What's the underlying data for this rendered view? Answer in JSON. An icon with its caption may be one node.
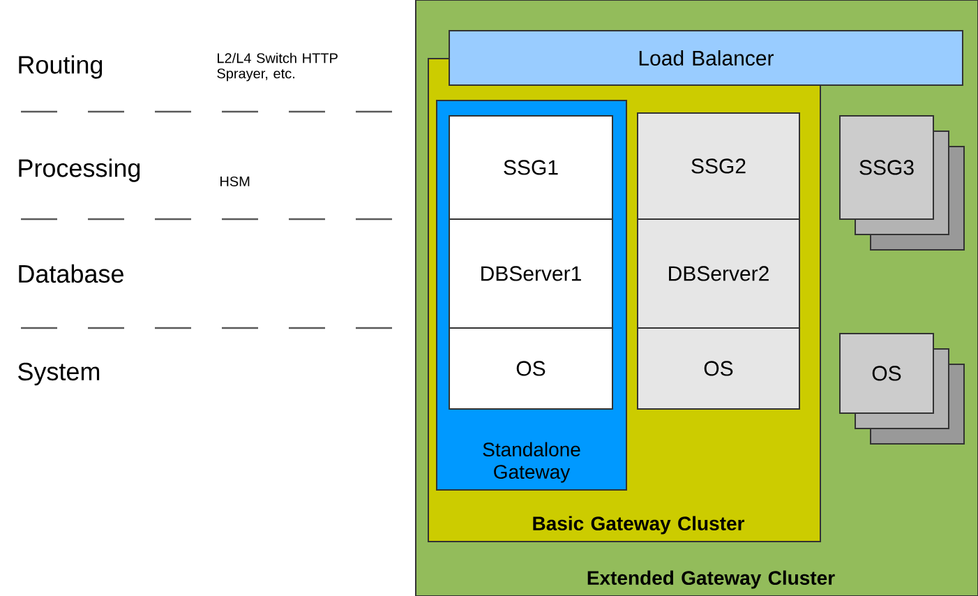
{
  "diagram": {
    "nodes": [
      {
        "text": [
          "Extended Gateway Cluster"
        ]
      },
      {
        "text": [
          "Basic Gateway Cluster"
        ],
        "in": 0
      },
      {
        "text": [
          "Load Balancer"
        ],
        "in": 0
      },
      {
        "text": [
          "Standalone Gateway"
        ],
        "in": 1
      },
      {
        "text": [
          "SSG1"
        ],
        "in": 3
      },
      {
        "text": [
          "DBServer1"
        ],
        "in": 3
      },
      {
        "text": [
          "OS"
        ],
        "in": 3
      },
      {
        "text": [
          "SSG2"
        ],
        "in": 1
      },
      {
        "text": [
          "DBServer2"
        ],
        "in": 1
      },
      {
        "text": [
          "OS"
        ],
        "in": 1
      },
      {
        "text": [
          "SSG3"
        ],
        "in": 0
      },
      {
        "text": [
          "OS"
        ],
        "in": 0
      }
    ],
    "labels": [
      "Routing",
      "L2/L4 Switch HTTP Sprayer, etc.",
      "Processing",
      "HSM",
      "Database",
      "System"
    ]
  }
}
